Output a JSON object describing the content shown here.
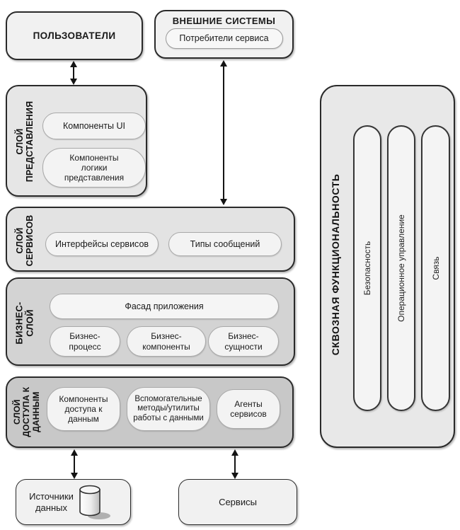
{
  "diagram": {
    "users_box": {
      "label": "ПОЛЬЗОВАТЕЛИ"
    },
    "external_box": {
      "title": "ВНЕШНИЕ СИСТЕМЫ",
      "pill": "Потребители сервиса"
    },
    "layers": {
      "presentation": {
        "label": "СЛОЙ\nПРЕДСТАВЛЕНИЯ",
        "pills": [
          "Компоненты UI",
          "Компоненты\nлогики\nпредставления"
        ]
      },
      "services": {
        "label": "СЛОЙ\nСЕРВИСОВ",
        "pills": [
          "Интерфейсы сервисов",
          "Типы сообщений"
        ]
      },
      "business": {
        "label": "БИЗНЕС-\nСЛОЙ",
        "facade_pill": "Фасад приложения",
        "pills": [
          "Бизнес-\nпроцесс",
          "Бизнес-\nкомпоненты",
          "Бизнес-\nсущности"
        ]
      },
      "data_access": {
        "label": "СЛОЙ\nДОСТУПА К\nДАННЫМ",
        "pills": [
          "Компоненты\nдоступа к\nданным",
          "Вспомогательные\nметоды/утилиты\nработы с данными",
          "Агенты\nсервисов"
        ]
      }
    },
    "crosscutting": {
      "label": "СКВОЗНАЯ ФУНКЦИОНАЛЬНОСТЬ",
      "pills": [
        "Безопасность",
        "Операционное управление",
        "Связь"
      ]
    },
    "bottom": {
      "data_sources": "Источники\nданных",
      "services": "Сервисы"
    },
    "icons": {
      "data_sources": "database-icon"
    },
    "colors": {
      "border_dark": "#2a2a2a",
      "box_fill": "#f1f1f1",
      "layer_light": "#e6e6e6",
      "layer_services": "#e3e3e3",
      "layer_business": "#d3d3d3",
      "layer_data": "#c8c8c8",
      "crosscut_fill": "#e8e8e8",
      "pill_fill": "#f3f3f3",
      "pill_border": "#a9a9a9"
    }
  }
}
